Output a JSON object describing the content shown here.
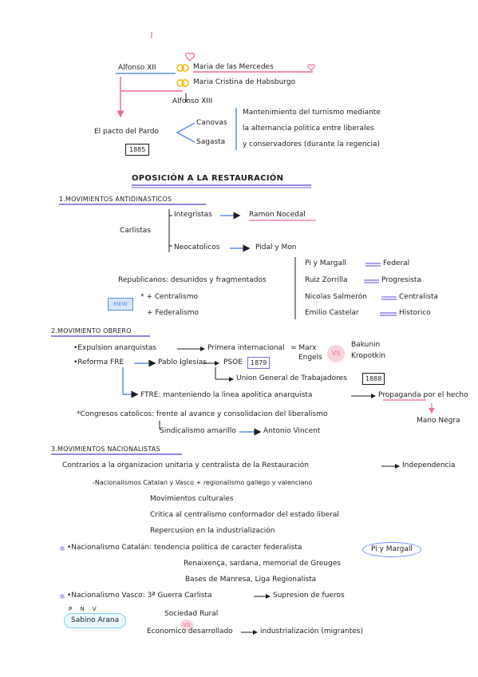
{
  "colors": {
    "ink": "#1e1e1e",
    "pink": "#ef6e8a",
    "blue": "#5b8def",
    "yellow": "#f2b705",
    "purple": "#6f62d6",
    "cyan": "#7fd4f0"
  },
  "header": {
    "alfonso12": "Alfonso XII",
    "mercedes": "Maria de las Mercedes",
    "cristina": "Maria Cristina de Habsburgo",
    "alfonso13": "Alfonso XIII",
    "pacto": "El pacto del Pardo",
    "pacto_year": "1885",
    "canovas": "Canovas",
    "sagasta": "Sagasta",
    "note1": "Mantenimiento del turnismo mediante",
    "note2": "la alternancia politica entre liberales",
    "note3": "y conservadores (durante la regencia)"
  },
  "title": "OPOSICIÓN A LA RESTAURACIÓN",
  "s1": {
    "heading": "1.MOVIMIENTOS ANTIDINÁSTICOS",
    "carlistas": "Carlistas",
    "integristas": "Integristas",
    "nocedal": "Ramon Nocedal",
    "neocatolicos": "Neocatolicos",
    "pidal": "Pidal y Mon",
    "republicanos": "Republicanos: desunidos y fragmentados",
    "pi": "Pi y Margall",
    "federal": "Federal",
    "ruiz": "Ruiz Zorrilla",
    "progresista": "Progresista",
    "nicolas": "Nicolas Salmerón",
    "centralista": "Centralista",
    "emilio": "Emilio Castelar",
    "historico": "Historico",
    "sello": "MEW",
    "b1": "* + Centralismo",
    "b2": "+ Federalismo"
  },
  "s2": {
    "heading": "2.MOVIMIENTO OBRERO",
    "r1a": "•Expulsion anarquistas",
    "r1b": "Primera internacional",
    "r1c": "= Marx",
    "r1d": "Engels",
    "vs": "VS",
    "r1e": "Bakunin",
    "r1f": "Kropotkin",
    "r2a": "•Reforma FRE",
    "r2b": "Pablo Iglesias",
    "r2c": "PSOE",
    "r2d": "1879",
    "r3a": "Union General de Trabajadores",
    "r3b": "1888",
    "r4a": "FTRE: manteniendo la linea apolitica anarquista",
    "r4b": "Propaganda por el hecho",
    "r4c": "Mano Negra",
    "r5": "*Congresos catolicos: frente al avance y consolidacion del liberalismo",
    "r6a": "Sindicalismo amarillo",
    "r6b": "Antonio Vincent"
  },
  "s3": {
    "heading": "3.MOVIMIENTOS NACIONALISTAS",
    "l1a": "Contrarios a la organizacion unitaria y centralista de la Restauración",
    "l1b": "Independencia",
    "l2": "-Nacionalismos Catalan y Vasco + regionalismo gallego y valenciano",
    "l3": "Movimientos culturales",
    "l4": "Critica al centralismo conformador del estado liberal",
    "l5": "Repercusion en la industrialización",
    "l6a": "•Nacionalismo Catalán: tendencia politica de caracter federalista",
    "l6b": "Pi y Margall",
    "l7": "Renaixença, sardana, memorial de Greuges",
    "l8": "Bases de Manresa, Liga Regionalista",
    "l9a": "•Nacionalismo Vasco: 3ª Guerra Carlista",
    "l9b": "Supresion de fueros",
    "l10a": "Sabino Arana",
    "l10b": "Sociedad Rural",
    "l10c": "VS",
    "l10d": "Economico desarrollado",
    "l10e": "industrialización (migrantes)",
    "marks": "P   N   V"
  }
}
